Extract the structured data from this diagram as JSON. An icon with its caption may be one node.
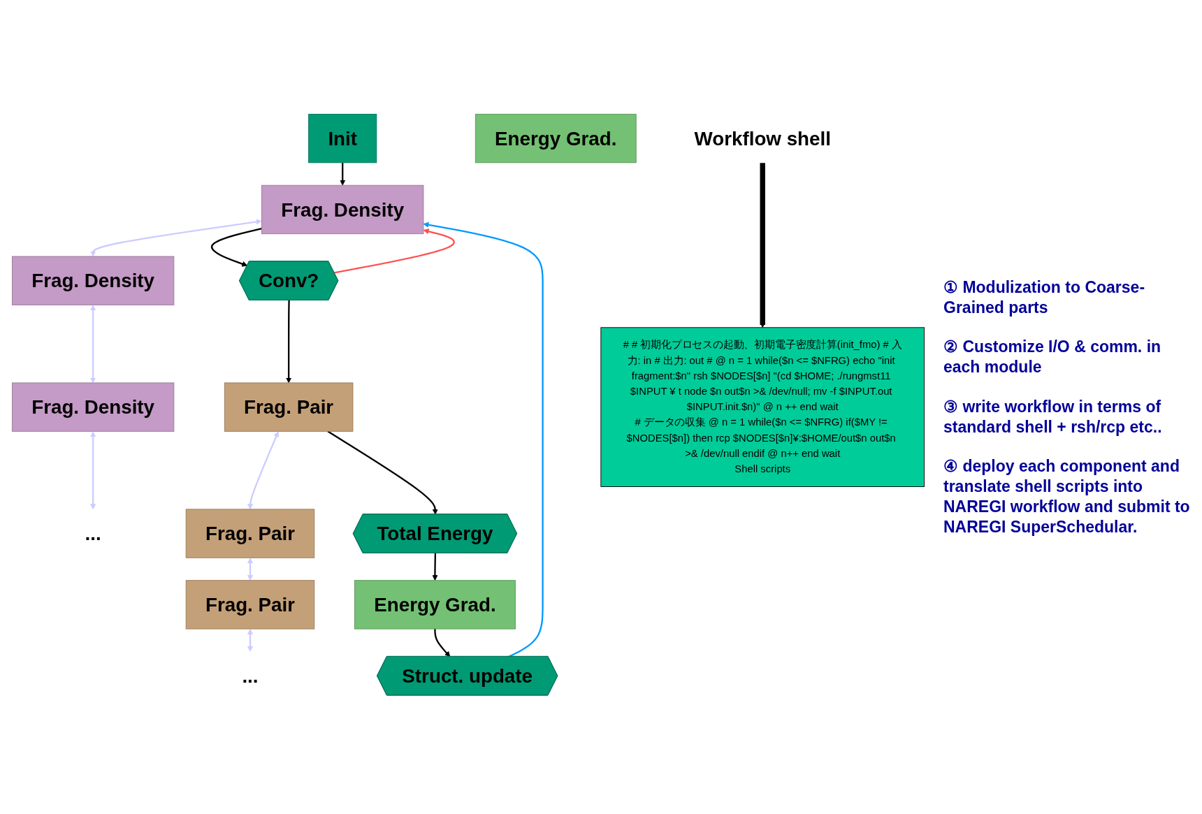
{
  "diagram": {
    "nodes": [
      {
        "text": [
          "Init"
        ]
      },
      {
        "text": [
          "Frag. Density"
        ]
      },
      {
        "text": [
          "Frag. Density"
        ]
      },
      {
        "text": [
          "Frag. Density"
        ]
      },
      {
        "text": [
          "..."
        ]
      },
      {
        "text": [
          "Conv?"
        ]
      },
      {
        "text": [
          "Frag. Pair"
        ]
      },
      {
        "text": [
          "Frag. Pair"
        ]
      },
      {
        "text": [
          "Frag. Pair"
        ]
      },
      {
        "text": [
          "..."
        ]
      },
      {
        "text": [
          "Total Energy"
        ]
      },
      {
        "text": [
          "Energy Grad."
        ]
      },
      {
        "text": [
          "Energy Grad."
        ]
      },
      {
        "text": [
          "Struct. update"
        ]
      },
      {
        "text": [
          "Workflow shell"
        ]
      },
      {
        "text": [
          "# # 初期化プロセスの起動、初期電子密度計算(init_fmo) # 入力: in # 出力: out # @ n = 1 while($n <= $NFRG) echo \"init fragment:$n\" rsh $NODES[$n] \"(cd $HOME; ./rungmst11 $INPUT ¥ t node $n out$n >& /dev/null; mv -f $INPUT.out $INPUT.init.$n)\" @ n ++ end wait",
          "# データの収集 @ n = 1 while($n <= $NFRG) if($MY != $NODES[$n]) then rcp $NODES[$n]¥:$HOME/out$n out$n >& /dev/null endif @ n++ end wait",
          "Shell scripts"
        ]
      }
    ],
    "edges": [
      {
        "from": 0,
        "to": 1,
        "arrow": "to"
      },
      {
        "from": 1,
        "to": 2,
        "arrow": "both",
        "color": "#ccccff"
      },
      {
        "from": 2,
        "to": 3,
        "arrow": "both",
        "color": "#ccccff"
      },
      {
        "from": 3,
        "to": 4,
        "arrow": "both",
        "color": "#ccccff"
      },
      {
        "from": 1,
        "to": 5,
        "arrow": "to"
      },
      {
        "from": 5,
        "to": 1,
        "arrow": "to",
        "color": "#ff5050"
      },
      {
        "from": 5,
        "to": 6,
        "arrow": "to"
      },
      {
        "from": 6,
        "to": 7,
        "arrow": "both",
        "color": "#ccccff"
      },
      {
        "from": 7,
        "to": 8,
        "arrow": "both",
        "color": "#ccccff"
      },
      {
        "from": 8,
        "to": 9,
        "arrow": "both",
        "color": "#ccccff"
      },
      {
        "from": 6,
        "to": 10,
        "arrow": "to"
      },
      {
        "from": 10,
        "to": 11,
        "arrow": "to"
      },
      {
        "from": 11,
        "to": 13,
        "arrow": "to"
      },
      {
        "from": 13,
        "to": 1,
        "arrow": "to",
        "color": "#0099ff"
      },
      {
        "from": 14,
        "to": 15,
        "arrow": "to",
        "style": "thick"
      }
    ],
    "labels": [
      "① Modulization to Coarse-Grained parts",
      "② Customize I/O & comm. in each module",
      "③ write workflow in terms of standard shell + rsh/rcp etc..",
      "④ deploy each component and translate shell scripts into NAREGI workflow and submit to NAREGI SuperSchedular."
    ]
  }
}
